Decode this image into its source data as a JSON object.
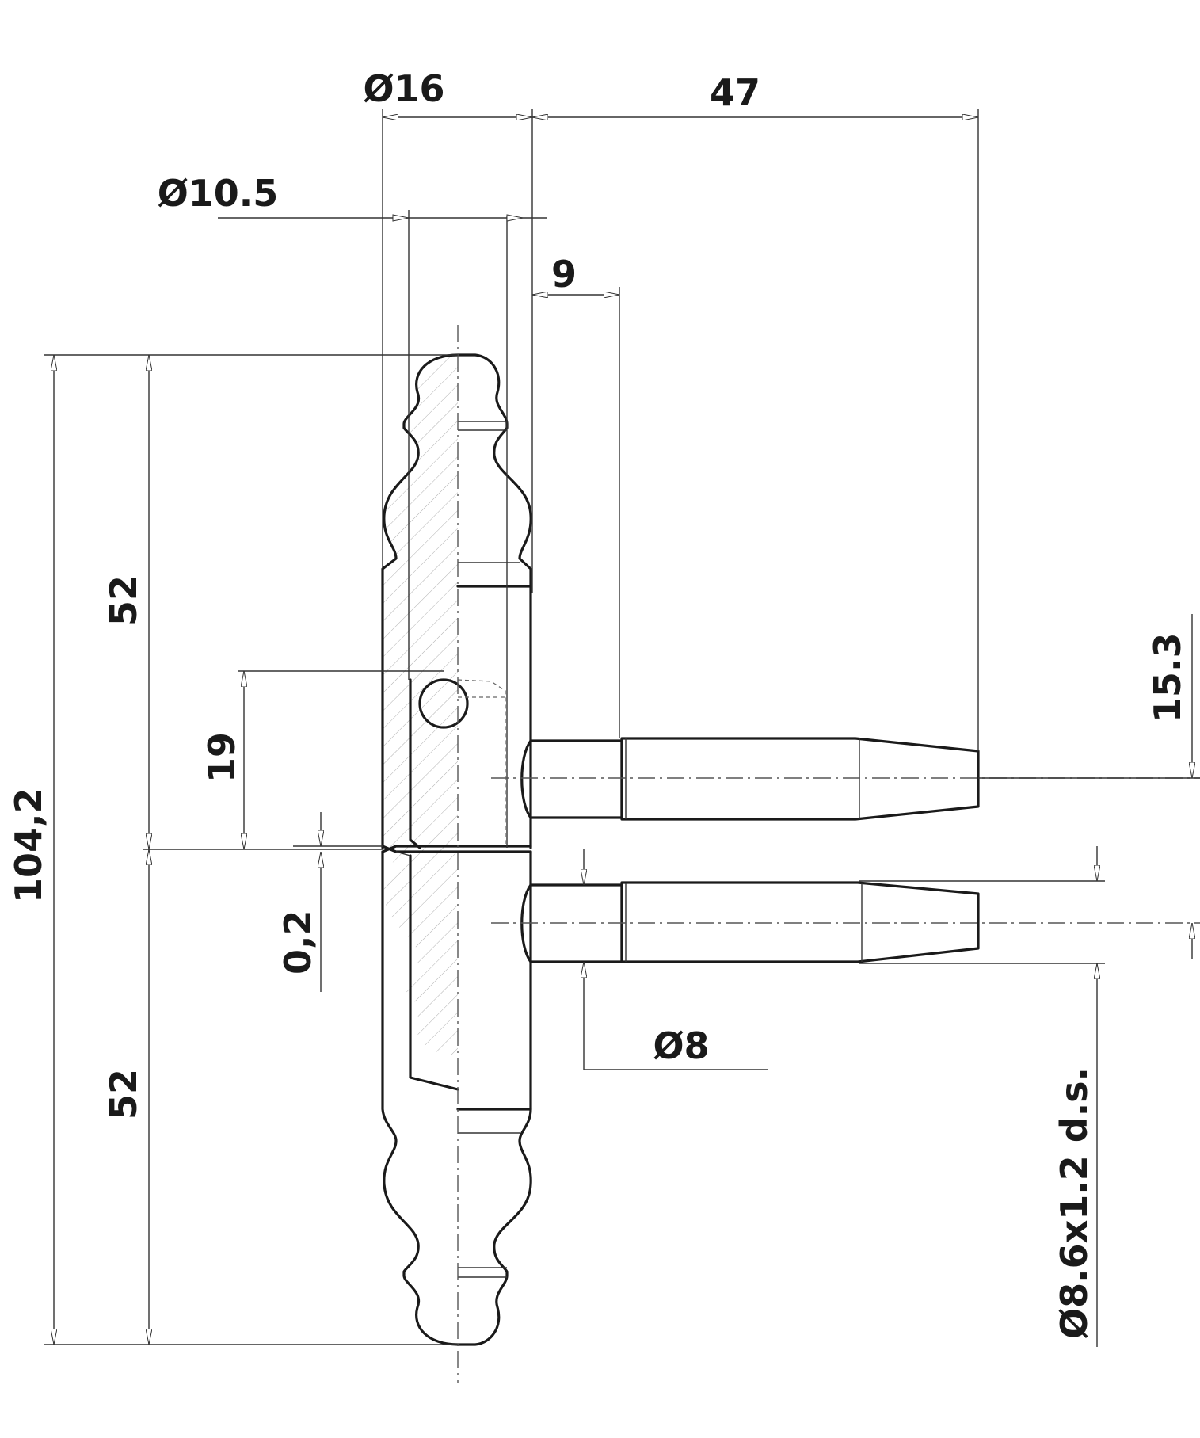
{
  "dimensions": {
    "dia_16": "Ø16",
    "len_47": "47",
    "dia_10_5": "Ø10.5",
    "len_9": "9",
    "total_104_2": "104,2",
    "upper_52": "52",
    "lower_52": "52",
    "len_19": "19",
    "gap_0_2": "0,2",
    "spacing_15_3": "15.3",
    "dia_8": "Ø8",
    "thread_dia": "Ø8.6x1.2 d.s."
  }
}
